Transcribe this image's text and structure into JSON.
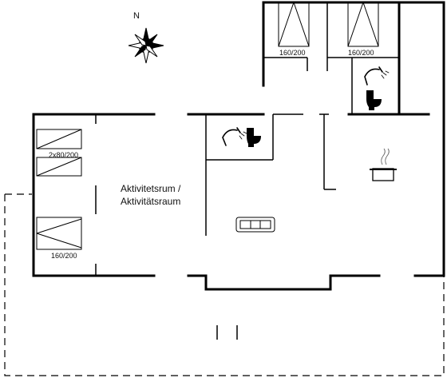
{
  "compass": {
    "north_label": "N"
  },
  "rooms": {
    "activity_room_label_line1": "Aktivitetsrum /",
    "activity_room_label_line2": "Aktivitätsraum"
  },
  "beds": {
    "left_top": "2x80/200",
    "left_bottom": "160/200",
    "top_left": "160/200",
    "top_right": "160/200"
  },
  "icons": [
    "compass-rose-icon",
    "shower-icon",
    "toilet-icon",
    "cooking-pot-icon",
    "sofa-icon",
    "bed-icon"
  ],
  "colors": {
    "wall": "#000000",
    "background": "#ffffff"
  }
}
